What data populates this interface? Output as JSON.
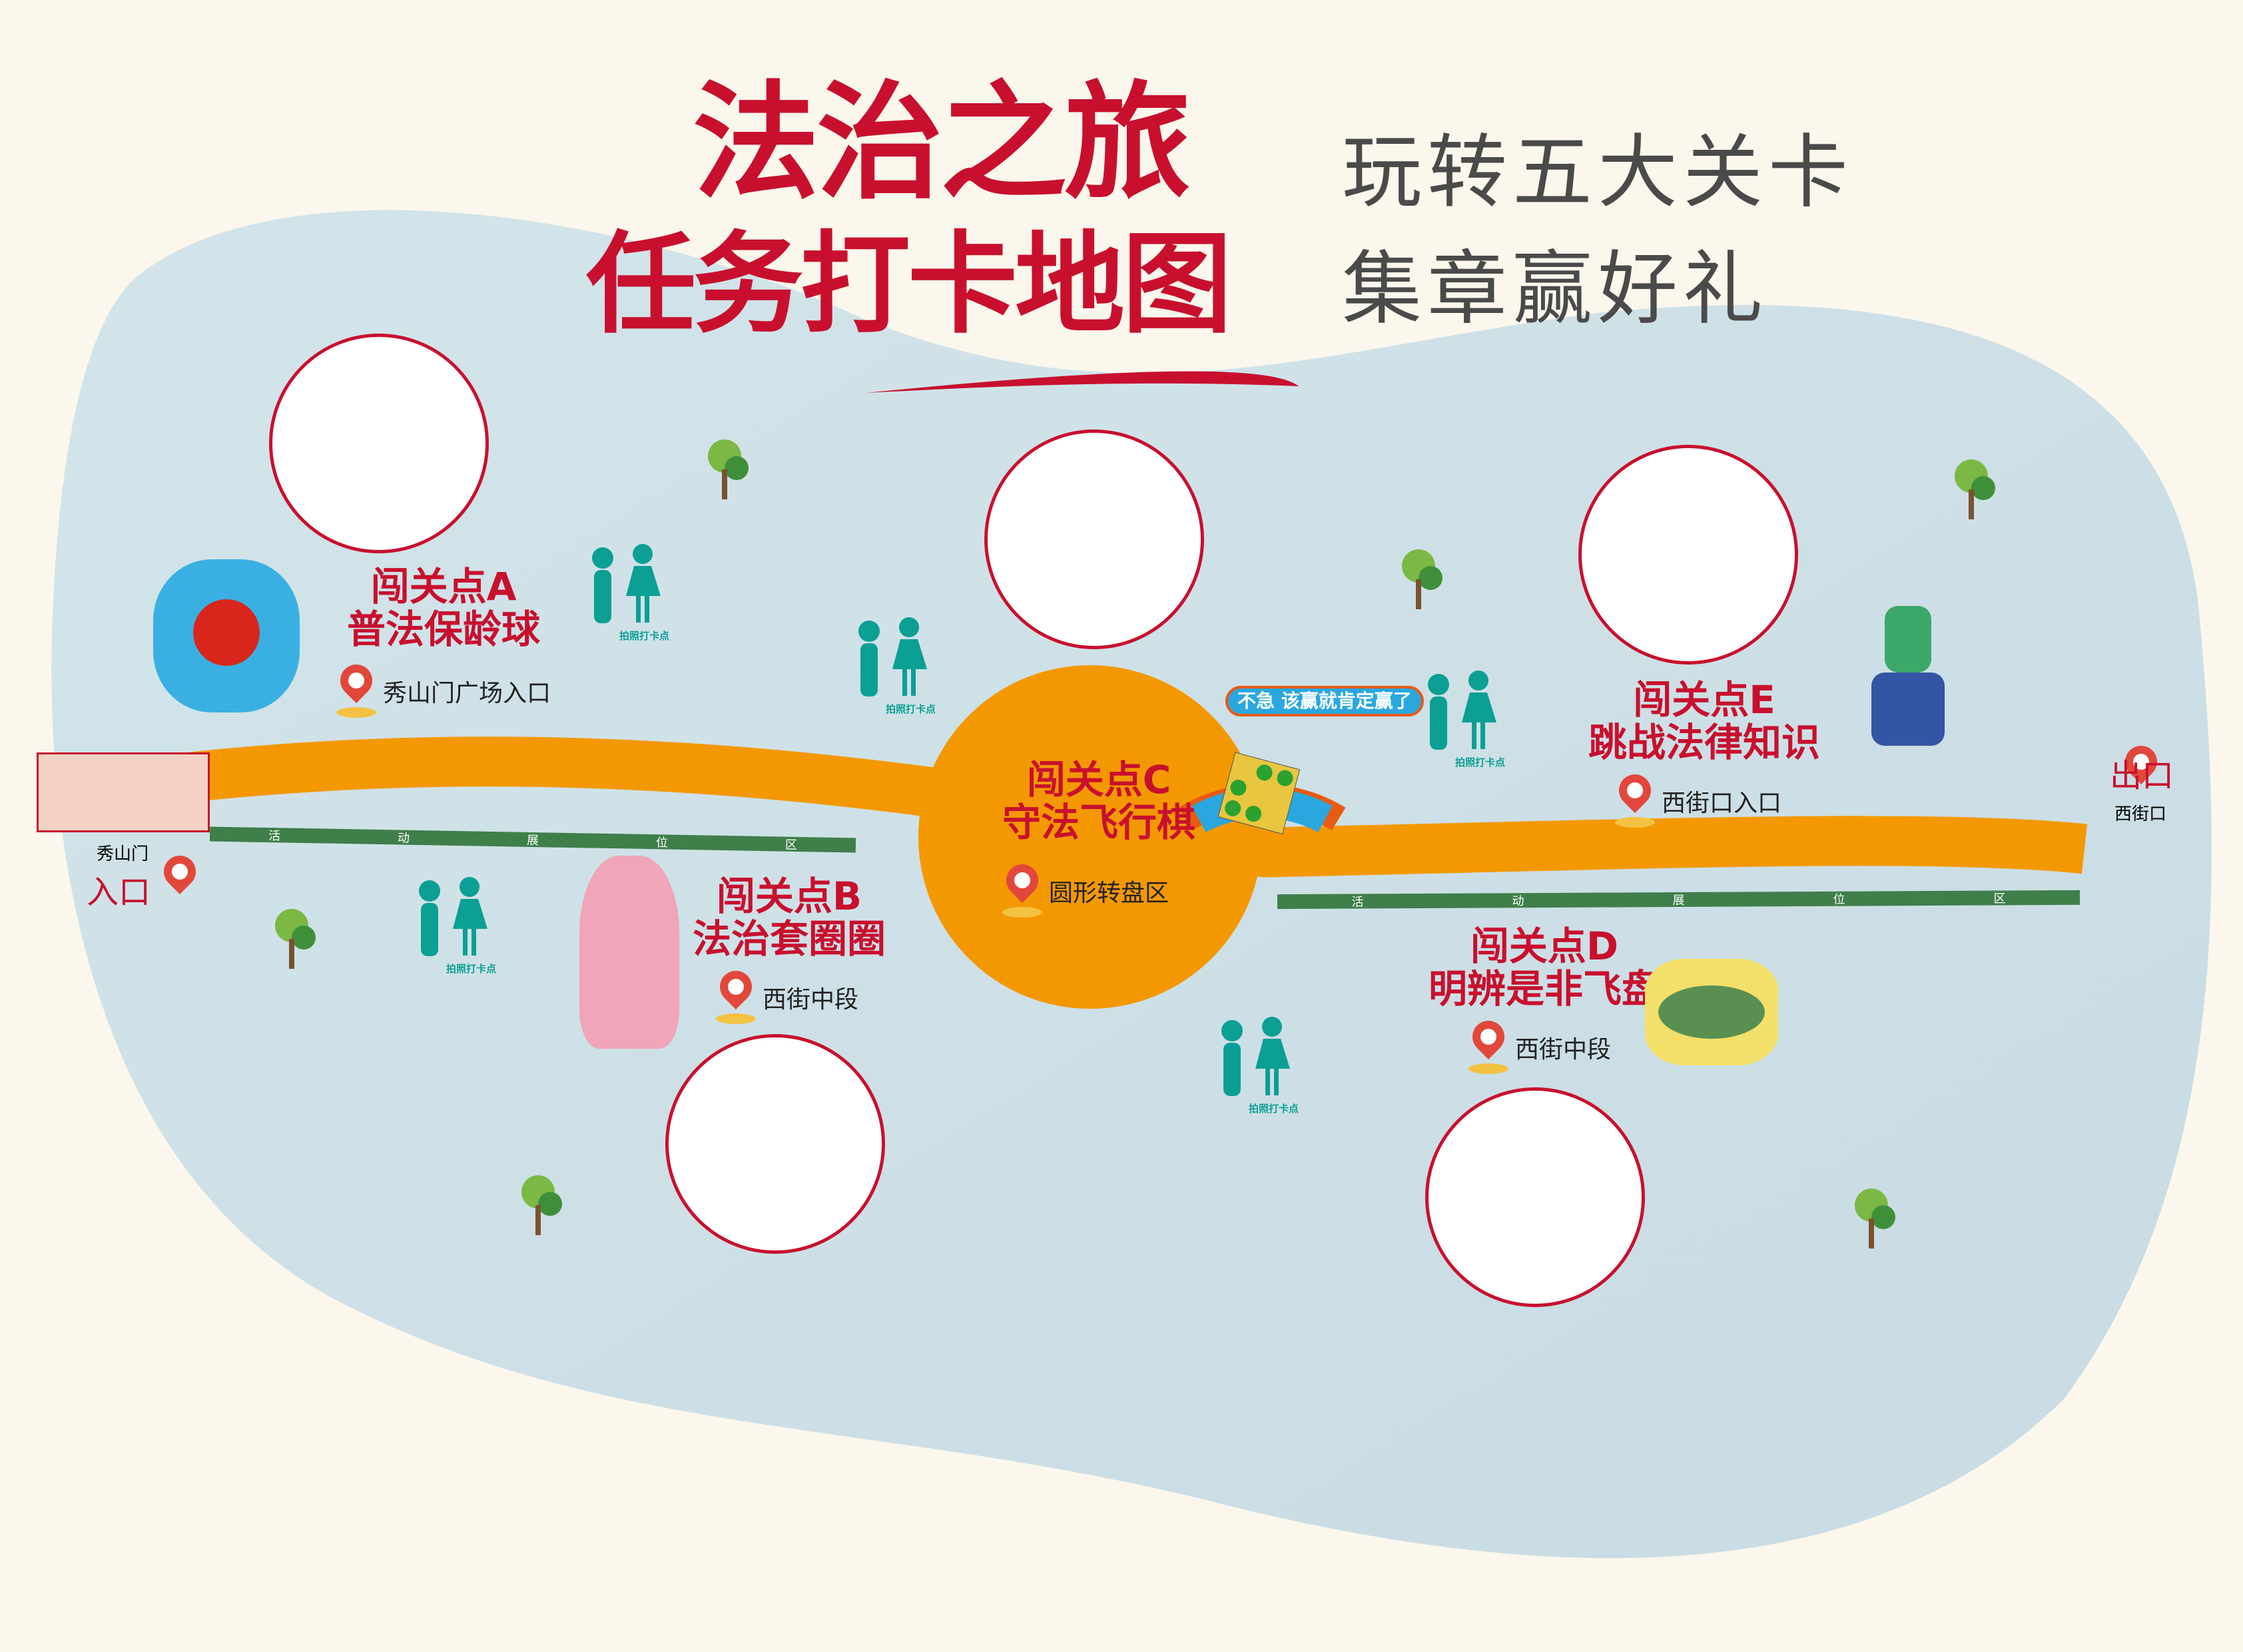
{
  "title": {
    "line1": "法治之旅",
    "line2": "任务打卡地图"
  },
  "subtitle": {
    "line1": "玩转五大关卡",
    "line2": "集章赢好礼"
  },
  "stations": [
    {
      "name": "闯关点A",
      "game": "普法保龄球",
      "location": "秀山门广场入口"
    },
    {
      "name": "闯关点B",
      "game": "法治套圈圈",
      "location": "西街中段"
    },
    {
      "name": "闯关点C",
      "game": "守法飞行棋",
      "location": "圆形转盘区"
    },
    {
      "name": "闯关点D",
      "game": "明辨是非飞盘",
      "location": "西街中段"
    },
    {
      "name": "闯关点E",
      "game": "跳战法律知识",
      "location": "西街口入口"
    }
  ],
  "entrance": {
    "gate": "秀山门",
    "label": "入口"
  },
  "exit": {
    "label": "出口",
    "place": "西街口"
  },
  "photo_spot": "拍照打卡点",
  "zone_chars": [
    "活",
    "动",
    "展",
    "位",
    "区"
  ],
  "rainbow_sign": "不急 该赢就肯定赢了",
  "colors": {
    "red": "#c8102e",
    "orange": "#f39800",
    "teal": "#0c9f94",
    "blob": "#d6e6ea"
  }
}
